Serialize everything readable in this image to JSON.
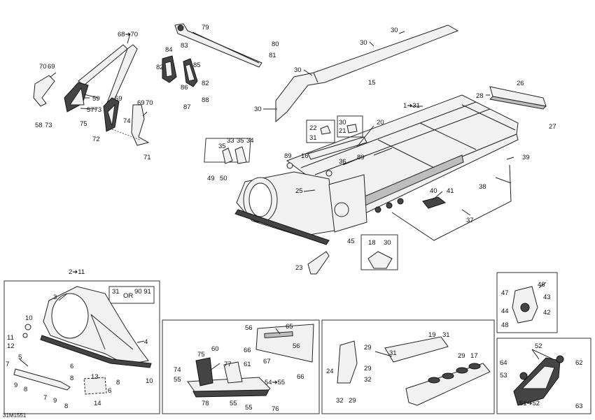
{
  "drawing_code": "31M1551",
  "labels": {
    "l68_70": "68➔70",
    "l79": "79",
    "l80": "80",
    "l81": "81",
    "l30a": "30",
    "l30b": "30",
    "l30c": "30",
    "l30d": "30",
    "l83": "83",
    "l84": "84",
    "l82a": "82",
    "l85": "85",
    "l82b": "82",
    "l86": "86",
    "l87": "87",
    "l88": "88",
    "l70a": "70",
    "l69a": "69",
    "l59a": "59",
    "l59b": "59",
    "l5773": "5773",
    "l58": "58",
    "l73": "73",
    "l75": "75",
    "l69b": "69",
    "l70b": "70",
    "l74": "74",
    "l72": "72",
    "l71": "71",
    "l15": "15",
    "l1_31": "1➔31",
    "l26": "26",
    "l28": "28",
    "l27": "27",
    "l20": "20",
    "l22": "22",
    "l31a": "31",
    "l21": "21",
    "l30e": "30",
    "l33": "33",
    "l35a": "35",
    "l35b": "35",
    "l34": "34",
    "l89a": "89",
    "l89b": "89",
    "l16": "16",
    "l36": "36",
    "l49": "49",
    "l50": "50",
    "l25": "25",
    "l39": "39",
    "l38": "38",
    "l40": "40",
    "l41": "41",
    "l37": "37",
    "l45": "45",
    "l18": "18",
    "l30f": "30",
    "l23": "23",
    "l2_11": "2➔11",
    "l3": "3",
    "l31b": "31",
    "lOR": "OR",
    "l9091": "90 91",
    "l10a": "10",
    "l11": "11",
    "l12": "12",
    "l4": "4",
    "l5": "5",
    "l7a": "7",
    "l9a": "9",
    "l8a": "8",
    "l6a": "6",
    "l8b": "8",
    "l13": "13",
    "l7b": "7",
    "l9b": "9",
    "l8c": "8",
    "l14": "14",
    "l6b": "6",
    "l8d": "8",
    "l10b": "10",
    "l56a": "56",
    "l65": "65",
    "l66a": "66",
    "l56b": "56",
    "l67": "67",
    "l66b": "66",
    "l75b": "75",
    "l60": "60",
    "l74b": "74",
    "l77": "77",
    "l61": "61",
    "l55a": "55",
    "l54_55": "54➔55",
    "l78": "78",
    "l55b": "55",
    "l55c": "55",
    "l76": "76",
    "l29a": "29",
    "l19": "19",
    "l31c": "31",
    "l31d": "31",
    "l29b": "29",
    "l17": "17",
    "l24": "24",
    "l29c": "29",
    "l32a": "32",
    "l32b": "32",
    "l29d": "29",
    "l46": "46",
    "l47": "47",
    "l43": "43",
    "l44": "44",
    "l42": "42",
    "l48": "48",
    "l52": "52",
    "l64": "64",
    "l62": "62",
    "l53": "53",
    "l51_52": "51➔52",
    "l63": "63"
  }
}
